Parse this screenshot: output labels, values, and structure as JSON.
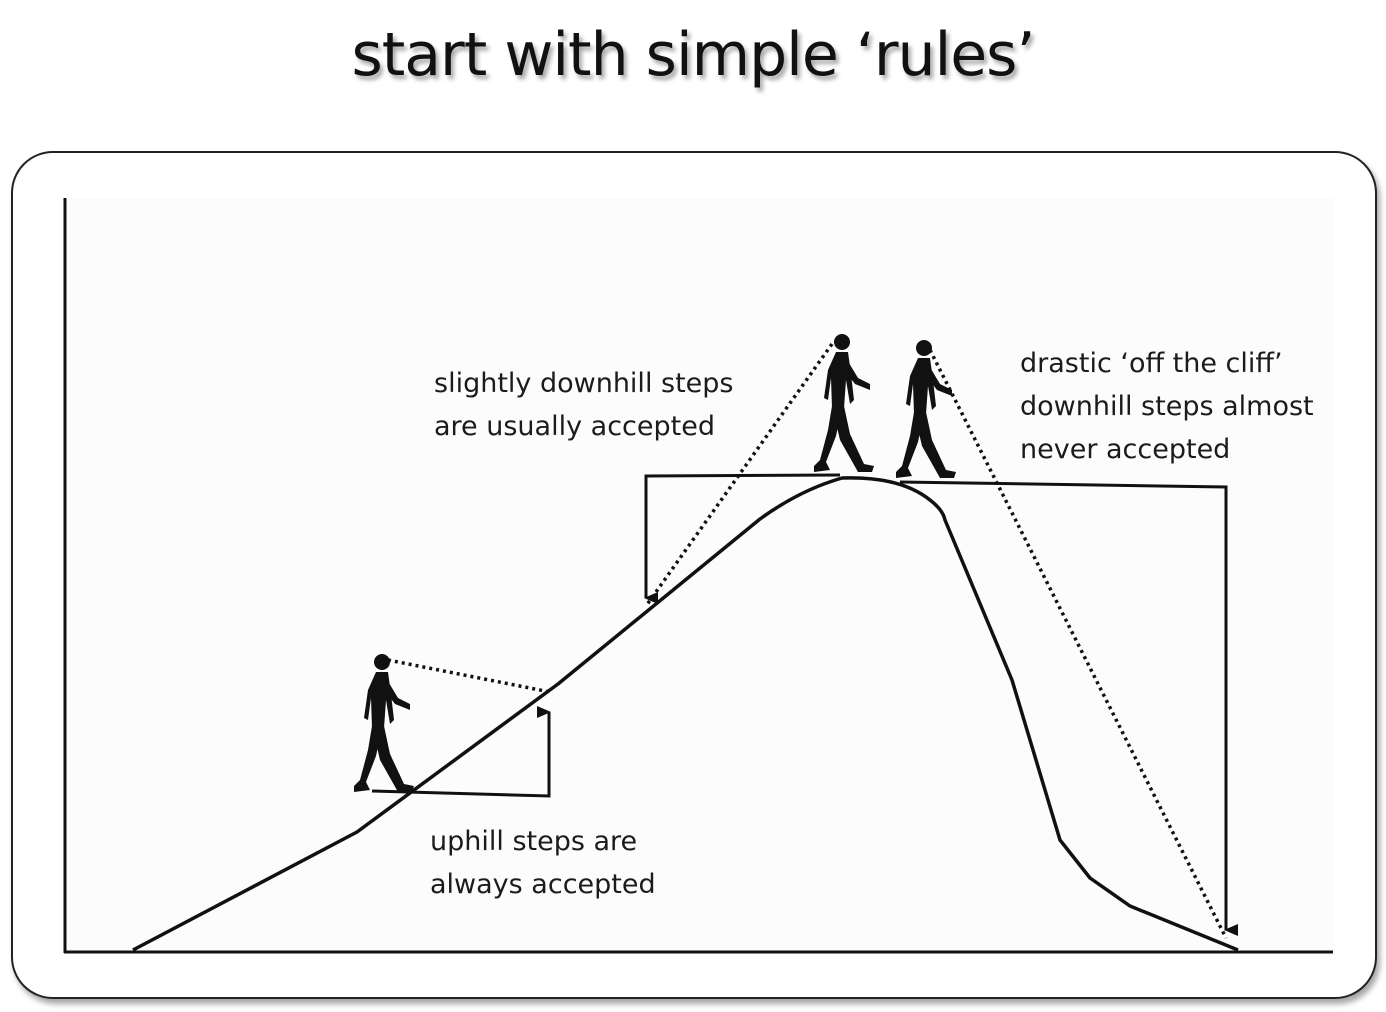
{
  "title": "start with simple ‘rules’",
  "annotations": {
    "uphill": [
      "uphill steps are",
      "always accepted"
    ],
    "slightly_downhill": [
      "slightly downhill steps",
      "are usually accepted"
    ],
    "drastic_downhill": [
      "drastic ‘off the cliff’",
      "downhill steps almost",
      "never accepted"
    ]
  },
  "figures": [
    "walker-figure",
    "walker-figure",
    "walker-figure"
  ],
  "colors": {
    "ink": "#111111",
    "background": "#ffffff",
    "plot_area": "#fcfcfc"
  }
}
